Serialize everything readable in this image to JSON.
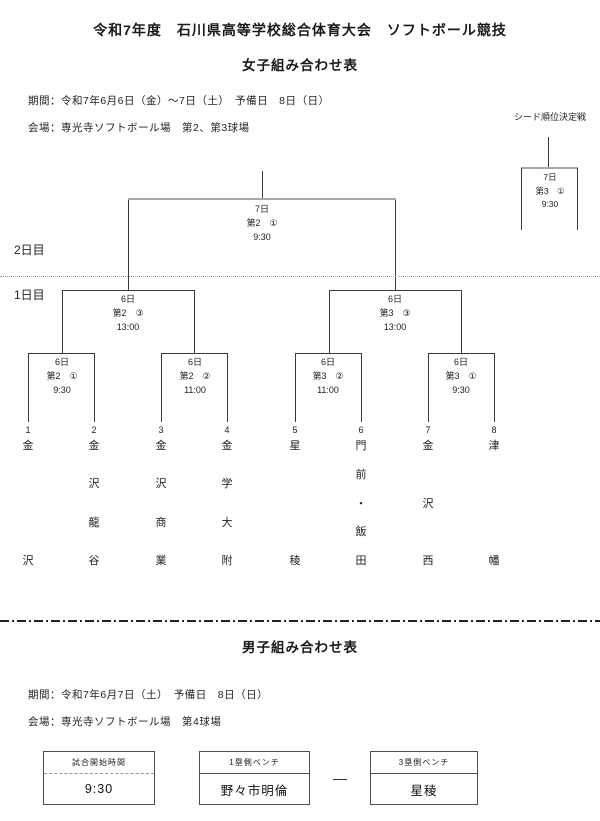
{
  "doc": {
    "title": "令和7年度　石川県高等学校総合体育大会　ソフトボール競技",
    "women": {
      "subtitle": "女子組み合わせ表",
      "period": "期間：令和7年6月6日（金）～7日（土）　予備日　8日（日）",
      "venue": "会場：専光寺ソフトボール場　第2、第3球場",
      "seed_label": "シード順位決定戦",
      "day2_label": "2日目",
      "day1_label": "1日目",
      "matches": {
        "seed": {
          "date": "7日",
          "slot": "第3　①",
          "time": "9:30"
        },
        "final": {
          "date": "7日",
          "slot": "第2　①",
          "time": "9:30"
        },
        "semi_left": {
          "date": "6日",
          "slot": "第2　③",
          "time": "13:00"
        },
        "semi_right": {
          "date": "6日",
          "slot": "第3　③",
          "time": "13:00"
        },
        "round1": [
          {
            "date": "6日",
            "slot": "第2　①",
            "time": "9:30"
          },
          {
            "date": "6日",
            "slot": "第2　②",
            "time": "11:00"
          },
          {
            "date": "6日",
            "slot": "第3　②",
            "time": "11:00"
          },
          {
            "date": "6日",
            "slot": "第3　①",
            "time": "9:30"
          }
        ]
      },
      "teams": [
        {
          "no": "1",
          "name": "金沢"
        },
        {
          "no": "2",
          "name": "金沢龍谷"
        },
        {
          "no": "3",
          "name": "金沢商業"
        },
        {
          "no": "4",
          "name": "金学大附"
        },
        {
          "no": "5",
          "name": "星稜"
        },
        {
          "no": "6",
          "name": "門前・飯田"
        },
        {
          "no": "7",
          "name": "金沢西"
        },
        {
          "no": "8",
          "name": "津幡"
        }
      ]
    },
    "men": {
      "subtitle": "男子組み合わせ表",
      "period": "期間：令和7年6月7日（土）　予備日　8日（日）",
      "venue": "会場：専光寺ソフトボール場　第4球場",
      "time_box": {
        "header": "試合開始時間",
        "value": "9:30"
      },
      "first_base_box": {
        "header": "1塁側ベンチ",
        "value": "野々市明倫"
      },
      "vs_dash": "—",
      "third_base_box": {
        "header": "3塁側ベンチ",
        "value": "星稜"
      }
    },
    "colors": {
      "line_dark": "#3a3a3a",
      "line_gray": "#a8a8a8",
      "background": "#ffffff"
    }
  }
}
